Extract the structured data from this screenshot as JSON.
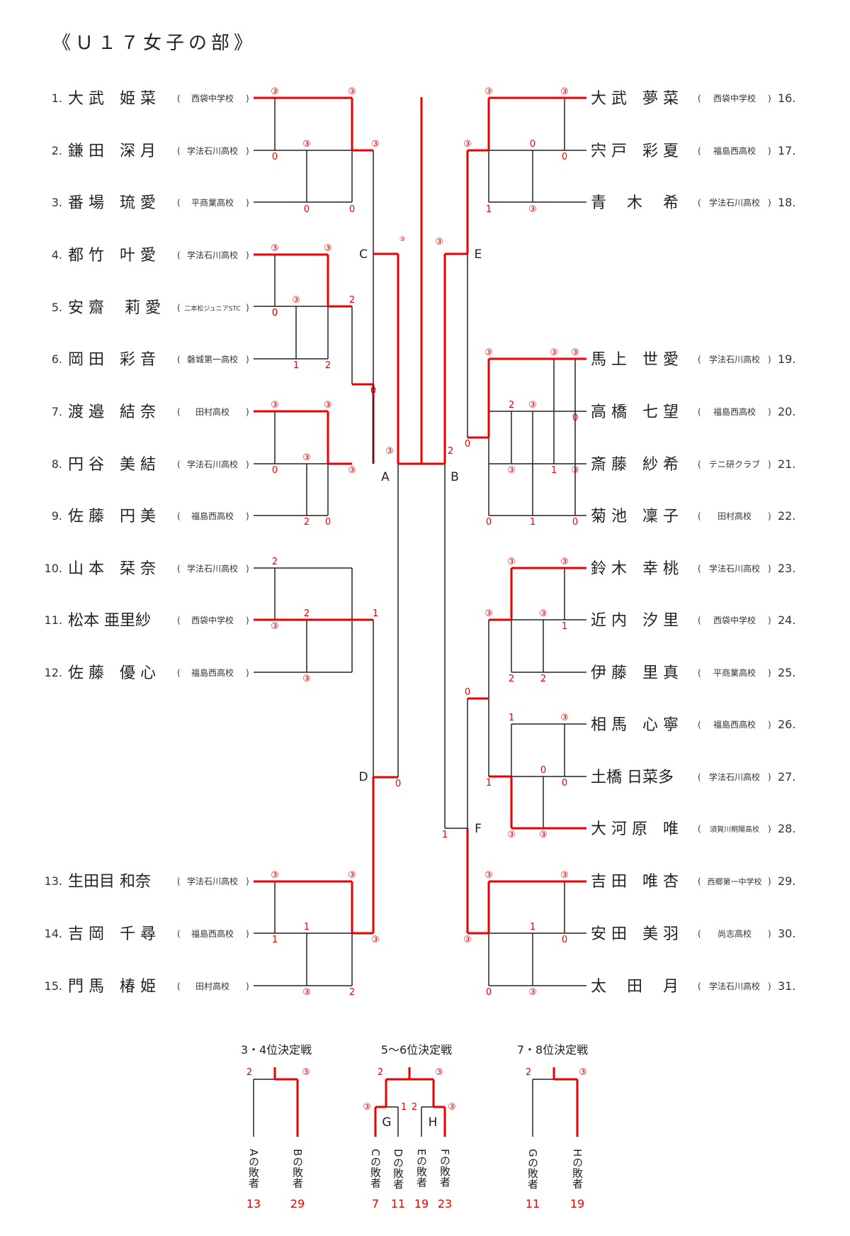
{
  "title": "《Ｕ１７女子の部》",
  "left_players": [
    {
      "no": "1.",
      "name": "大 武　姫 菜",
      "school": "西袋中学校"
    },
    {
      "no": "2.",
      "name": "鎌 田　深 月",
      "school": "学法石川高校"
    },
    {
      "no": "3.",
      "name": "番 場　琉 愛",
      "school": "平商業高校"
    },
    {
      "no": "4.",
      "name": "都 竹　叶 愛",
      "school": "学法石川高校"
    },
    {
      "no": "5.",
      "name": "安 齋　 莉 愛",
      "school": "二本松ジュニアSTC"
    },
    {
      "no": "6.",
      "name": "岡 田　彩 音",
      "school": "磐城第一高校"
    },
    {
      "no": "7.",
      "name": "渡 邉　結 奈",
      "school": "田村高校"
    },
    {
      "no": "8.",
      "name": "円 谷　美 結",
      "school": "学法石川高校"
    },
    {
      "no": "9.",
      "name": "佐 藤　円 美",
      "school": "福島西高校"
    },
    {
      "no": "10.",
      "name": "山 本　栞 奈",
      "school": "学法石川高校"
    },
    {
      "no": "11.",
      "name": "松本 亜里紗",
      "school": "西袋中学校"
    },
    {
      "no": "12.",
      "name": "佐 藤　優 心",
      "school": "福島西高校"
    },
    {
      "no": "13.",
      "name": "生田目 和奈",
      "school": "学法石川高校"
    },
    {
      "no": "14.",
      "name": "吉 岡　千 尋",
      "school": "福島西高校"
    },
    {
      "no": "15.",
      "name": "門 馬　椿 姫",
      "school": "田村高校"
    }
  ],
  "right_players": [
    {
      "no": "16.",
      "name": "大 武　夢 菜",
      "school": "西袋中学校"
    },
    {
      "no": "17.",
      "name": "宍 戸　彩 夏",
      "school": "福島西高校"
    },
    {
      "no": "18.",
      "name": "青　 木　 希",
      "school": "学法石川高校"
    },
    {
      "no": "19.",
      "name": "馬 上　世 愛",
      "school": "学法石川高校"
    },
    {
      "no": "20.",
      "name": "高 橋　七 望",
      "school": "福島西高校"
    },
    {
      "no": "21.",
      "name": "斎 藤　紗 希",
      "school": "テニ研クラブ"
    },
    {
      "no": "22.",
      "name": "菊 池　凜 子",
      "school": "田村高校"
    },
    {
      "no": "23.",
      "name": "鈴 木　幸 桃",
      "school": "学法石川高校"
    },
    {
      "no": "24.",
      "name": "近 内　汐 里",
      "school": "西袋中学校"
    },
    {
      "no": "25.",
      "name": "伊 藤　里 真",
      "school": "平商業高校"
    },
    {
      "no": "26.",
      "name": "相 馬　心 寧",
      "school": "福島西高校"
    },
    {
      "no": "27.",
      "name": "土橋 日菜多",
      "school": "学法石川高校"
    },
    {
      "no": "28.",
      "name": "大 河 原　唯",
      "school": "須賀川桐陽高校"
    },
    {
      "no": "29.",
      "name": "吉 田　唯 杏",
      "school": "西郷第一中学校"
    },
    {
      "no": "30.",
      "name": "安 田　美 羽",
      "school": "尚志高校"
    },
    {
      "no": "31.",
      "name": "太　 田　 月",
      "school": "学法石川高校"
    }
  ],
  "block_labels": [
    "A",
    "B",
    "C",
    "D",
    "E",
    "F"
  ],
  "playoffs": {
    "p34": {
      "title": "3・4位決定戦",
      "left_score": "2",
      "right_score": "③",
      "bottom": [
        "Aの敗者",
        "Bの敗者"
      ],
      "results": [
        "13",
        "29"
      ]
    },
    "p56": {
      "title": "5～6位決定戦",
      "top_left": "2",
      "top_right": "③",
      "g_label": "G",
      "h_label": "H",
      "g_scores": [
        "③",
        "1"
      ],
      "h_scores": [
        "2",
        "③"
      ],
      "bottom": [
        "Cの敗者",
        "Dの敗者",
        "Eの敗者",
        "Fの敗者"
      ],
      "results": [
        "7",
        "11",
        "19",
        "23"
      ]
    },
    "p78": {
      "title": "7・8位決定戦",
      "left_score": "2",
      "right_score": "③",
      "bottom": [
        "Gの敗者",
        "Hの敗者"
      ],
      "results": [
        "11",
        "19"
      ]
    }
  },
  "scores": {
    "l1": "③",
    "l2": "③",
    "l3": "0",
    "l4": "③",
    "l5": "③",
    "l6": "0",
    "l7": "0",
    "l8": "0",
    "l9": "③",
    "l10": "③",
    "l11": "0",
    "l12": "③",
    "l13": "2",
    "l14": "1",
    "l15": "2",
    "l16": "③",
    "l17": "③",
    "l18": "0",
    "l19": "③",
    "l20": "③",
    "l21": "2",
    "l22": "0",
    "l23": "2",
    "l24": "③",
    "l25": "③",
    "l26": "1",
    "l27": "③",
    "l28": "③",
    "l29": "③",
    "l30": "1",
    "l31": "③",
    "l32": "③",
    "l33": "1",
    "l34": "③",
    "l35": "③",
    "l36": "2",
    "l37": "③",
    "l38": "0",
    "l39": "③",
    "l40": "③",
    "l41": "③",
    "l42": "0",
    "r1": "③",
    "r2": "③",
    "r3": "③",
    "r4": "0",
    "r5": "0",
    "r6": "1",
    "r7": "③",
    "r8": "③",
    "r9": "③",
    "r10": "③",
    "r11": "③",
    "r12": "③",
    "r13": "2",
    "r14": "③",
    "r15": "0",
    "r16": "③",
    "r17": "1",
    "r18": "0",
    "r19": "1",
    "r20": "0",
    "r21": "③",
    "r22": "③",
    "r23": "③",
    "r24": "③",
    "r25": "1",
    "r26": "2",
    "r27": "2",
    "r28": "0",
    "r29": "1",
    "r30": "③",
    "r31": "1",
    "r32": "0",
    "r33": "0",
    "r34": "③",
    "r35": "③",
    "r36": "③",
    "r37": "③",
    "r38": "1",
    "r39": "0",
    "r40": "③",
    "r41": "0",
    "r42": "③",
    "r43": "2",
    "r44": "1"
  }
}
